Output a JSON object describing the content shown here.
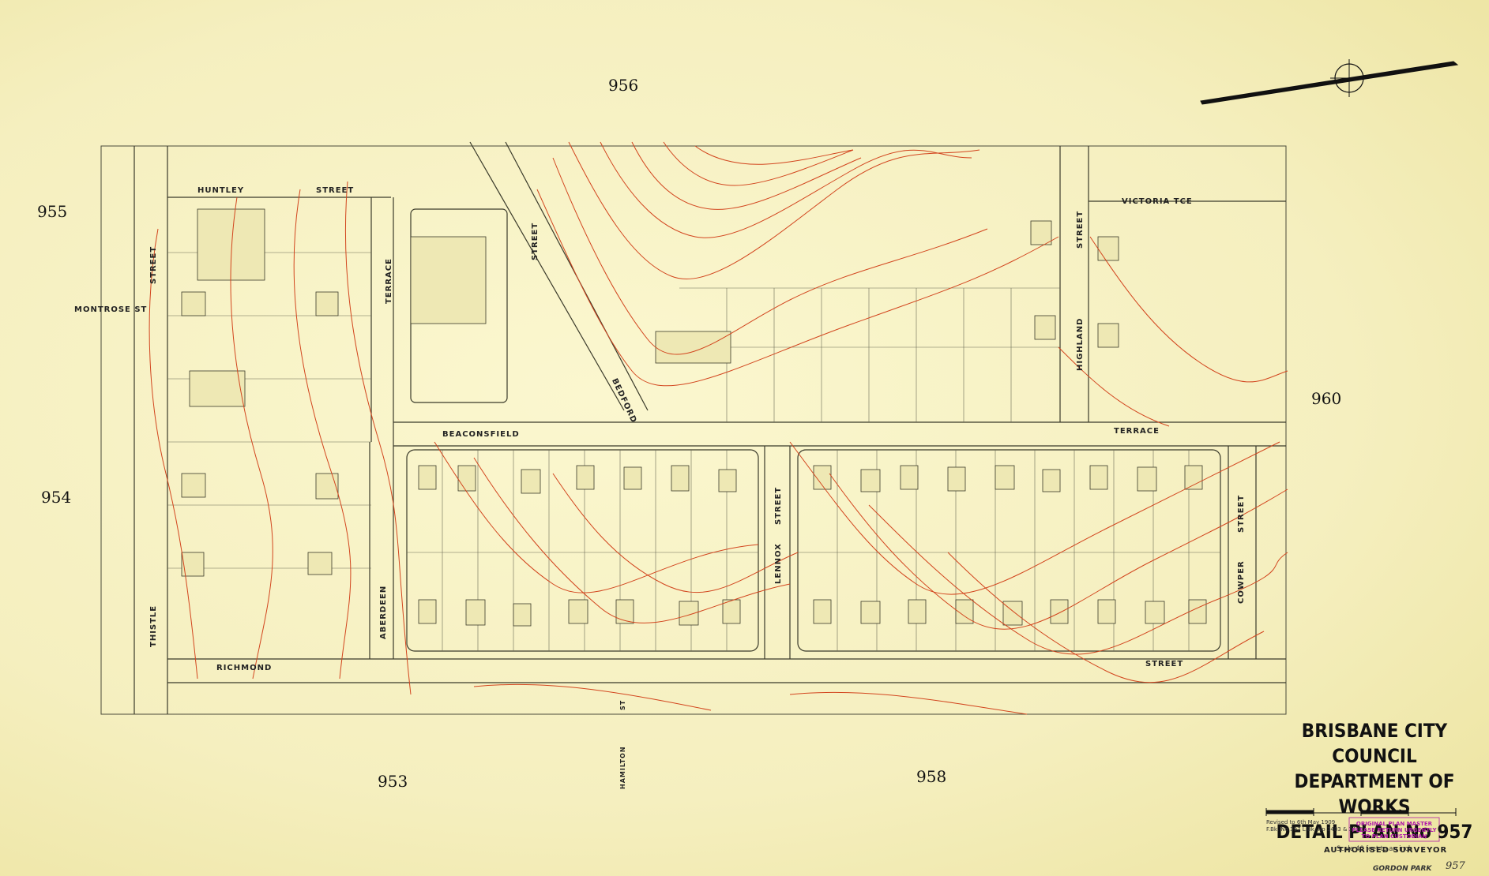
{
  "map": {
    "adjacent_sheets": [
      {
        "id": "top",
        "label": "956"
      },
      {
        "id": "left-top",
        "label": "955"
      },
      {
        "id": "left-bottom",
        "label": "954"
      },
      {
        "id": "right",
        "label": "960"
      },
      {
        "id": "bottom-left",
        "label": "953"
      },
      {
        "id": "bottom-right",
        "label": "958"
      }
    ],
    "streets": {
      "huntley": "HUNTLEY",
      "huntley_street": "STREET",
      "montrose": "MONTROSE ST",
      "thistle": "THISTLE",
      "thistle_street": "STREET",
      "terrace_v": "TERRACE",
      "aberdeen": "ABERDEEN",
      "beaconsfield": "BEACONSFIELD",
      "bedford": "BEDFORD",
      "bedford_street": "STREET",
      "lennox": "LENNOX",
      "lennox_street": "STREET",
      "highland": "HIGHLAND",
      "highland_street": "STREET",
      "victoria": "VICTORIA TCE",
      "terrace_h": "TERRACE",
      "cowper": "COWPER",
      "cowper_street": "STREET",
      "richmond": "RICHMOND",
      "richmond_street": "STREET",
      "hamilton": "HAMILTON",
      "hamilton_st": "ST"
    },
    "colors": {
      "paper": "#f7f3c6",
      "linework": "#3a3a2a",
      "contours": "#d2451e"
    }
  },
  "title_block": {
    "line1": "BRISBANE CITY COUNCIL",
    "line2": "DEPARTMENT OF WORKS",
    "line3": "DETAIL PLAN No 957",
    "scale": "Scale 40 feet to an inch",
    "revised": "Revised to 6th May 1909",
    "field_books": "F.Bk. No 397   L.Bk. No 3483 & 3490",
    "stamp": "ORIGINAL PLAN MASTER PLEASE RETURN URGENTLY TO PLAN CUSTODIAN",
    "surveyor": "AUTHORISED    SURVEYOR",
    "locality": "GORDON PARK",
    "plan_number": "957"
  }
}
